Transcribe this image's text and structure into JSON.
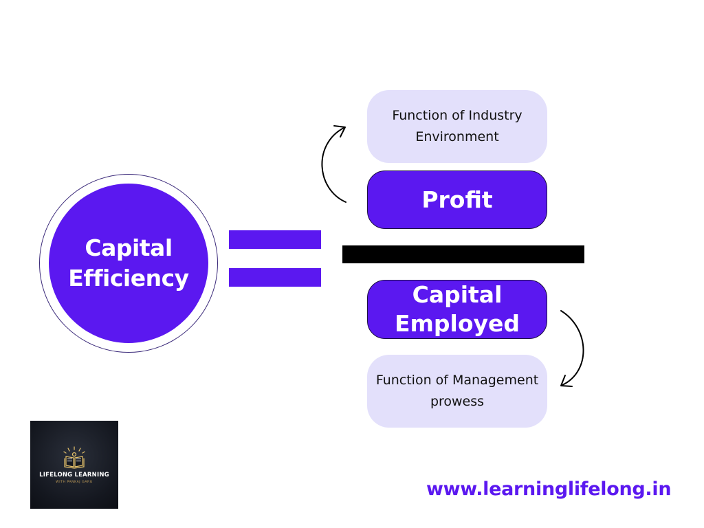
{
  "main": {
    "circle_label": "Capital\nEfficiency",
    "equals_symbol": "=",
    "numerator": {
      "note": "Function of Industry\nEnvironment",
      "label": "Profit"
    },
    "denominator": {
      "label": "Capital\nEmployed",
      "note": "Function of Management\nprowess"
    }
  },
  "logo": {
    "title": "LIFELONG LEARNING",
    "subtitle": "WITH PANKAJ GARG",
    "icon": "open-book-icon"
  },
  "footer": {
    "website": "www.learninglifelong.in"
  },
  "colors": {
    "primary": "#5b18f0",
    "light": "#e3e0fb",
    "line": "#000000",
    "gold": "#c9a35a"
  }
}
